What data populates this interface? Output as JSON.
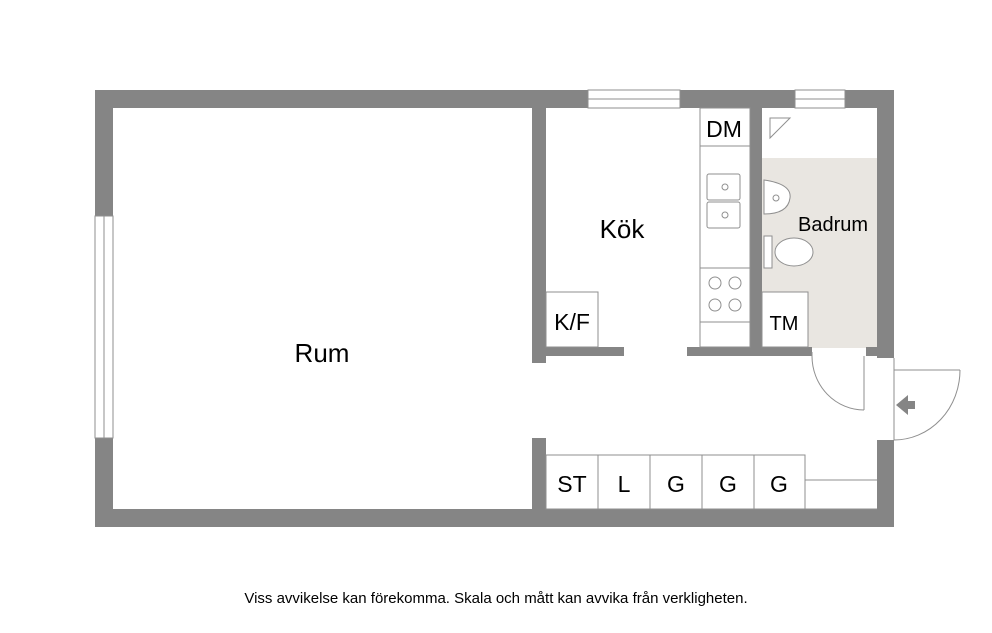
{
  "rooms": {
    "rum": "Rum",
    "kok": "Kök",
    "badrum": "Badrum"
  },
  "fixtures": {
    "dm": "DM",
    "kf": "K/F",
    "tm": "TM"
  },
  "storage": [
    "ST",
    "L",
    "G",
    "G",
    "G"
  ],
  "footer": "Viss avvikelse kan förekomma. Skala och mått kan avvika från verkligheten.",
  "colors": {
    "wall": "#858585",
    "bathroom_floor": "#e9e6e1",
    "line": "#8f8f8f"
  }
}
